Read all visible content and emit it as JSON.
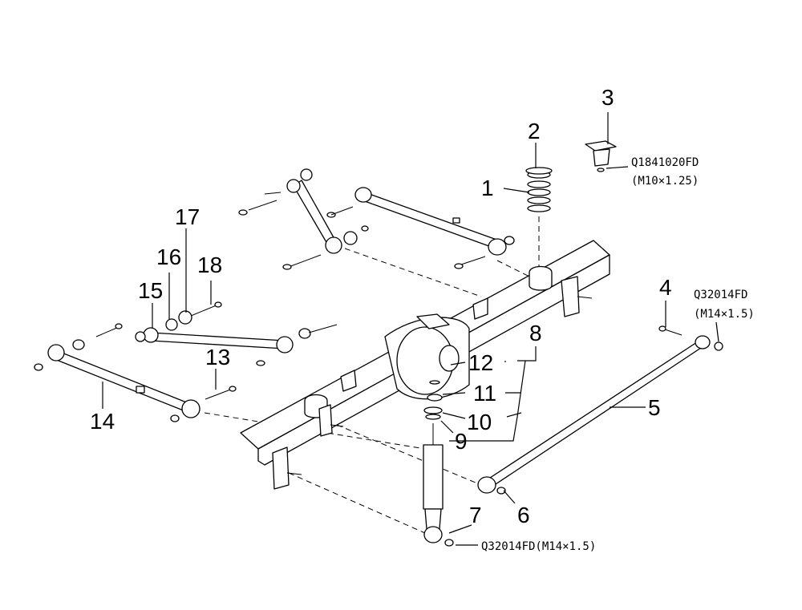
{
  "callouts": {
    "n1": "1",
    "n2": "2",
    "n3": "3",
    "n4": "4",
    "n5": "5",
    "n6": "6",
    "n7": "7",
    "n8": "8",
    "n9": "9",
    "n10": "10",
    "n11": "11",
    "n12": "12",
    "n13": "13",
    "n14": "14",
    "n15": "15",
    "n16": "16",
    "n17": "17",
    "n18": "18"
  },
  "fasteners": {
    "bolt_top_code": "Q1841020FD",
    "bolt_top_size": "(M10×1.25)",
    "nut_right_code": "Q32014FD",
    "nut_right_size": "(M14×1.5)",
    "nut_bottom": "Q32014FD(M14×1.5)"
  }
}
